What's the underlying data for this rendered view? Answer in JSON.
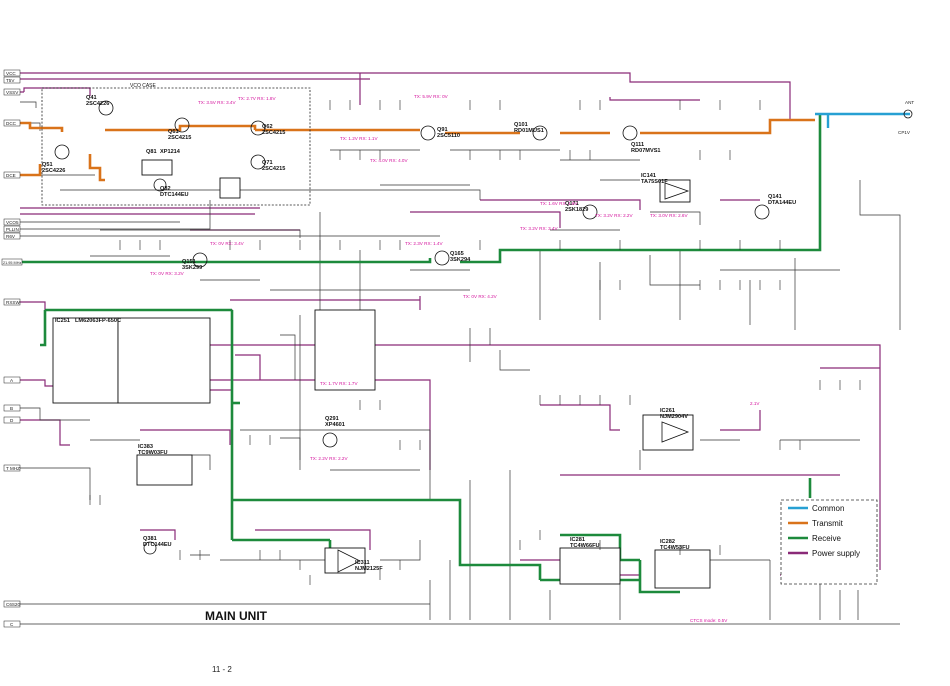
{
  "title": "MAIN UNIT",
  "page_number": "11 - 2",
  "vco_case_label": "VCO CASE",
  "left_ports": [
    "VCC",
    "T5V",
    "VSSV",
    "DCC",
    "DCE",
    "VCO5",
    "PLLIN",
    "R6V",
    "21.95 MHz",
    "RXSW",
    "A",
    "B",
    "D",
    "T MHZ",
    "C6S20",
    "C"
  ],
  "right_ports": [
    "ANT",
    "CP1V"
  ],
  "ics": [
    {
      "id": "IC141",
      "part": "TA75S01F"
    },
    {
      "id": "IC251",
      "part": "LM62063FP-650C"
    },
    {
      "id": "IC261",
      "part": "NJM2904V"
    },
    {
      "id": "IC281",
      "part": "TC4W66FU"
    },
    {
      "id": "IC282",
      "part": "TC4W53FU"
    },
    {
      "id": "IC311",
      "part": "NJM2125F"
    },
    {
      "id": "IC383",
      "part": "TC9W03FU"
    }
  ],
  "transistors": [
    {
      "id": "Q41",
      "part": "2SC4226"
    },
    {
      "id": "Q51",
      "part": "2SC4226"
    },
    {
      "id": "Q61",
      "part": "2SC4215"
    },
    {
      "id": "Q62",
      "part": "2SC4215"
    },
    {
      "id": "Q71",
      "part": "2SC4215"
    },
    {
      "id": "Q81",
      "part": "XP1214"
    },
    {
      "id": "Q82",
      "part": "DTC144EU"
    },
    {
      "id": "Q91",
      "part": "2SC5110"
    },
    {
      "id": "Q101",
      "part": "RD01MUS1"
    },
    {
      "id": "Q111",
      "part": "RD07MVS1"
    },
    {
      "id": "Q141",
      "part": "DTA144EU"
    },
    {
      "id": "Q151",
      "part": "3SK299"
    },
    {
      "id": "Q165",
      "part": "3SK294"
    },
    {
      "id": "Q171",
      "part": "2SK1829"
    },
    {
      "id": "Q291",
      "part": "XP4601"
    },
    {
      "id": "Q381",
      "part": "DTC144EU"
    }
  ],
  "test_points": [
    "TX: 3.5V RX: 3.4V",
    "TX: 2.7V RX: 1.8V",
    "TX: 1.2V RX: 1.1V",
    "TX: 5.9V RX: 0V",
    "TX: 4.0V RX: 4.0V",
    "TX: 1.6V RX: 1.6V",
    "TX: 3.2V RX: 2.2V",
    "TX: 3.0V RX: 2.6V",
    "TX: 0V RX: 3.4V",
    "TX: 2.3V RX: 1.4V",
    "TX: 0V RX: 3.2V",
    "TX: 0V RX: 4.2V",
    "TX: 1.7V RX: 1.7V",
    "TX: 2.2V RX: 2.2V",
    "TX: 3.2V RX: 3.4V",
    "2.1V",
    "CTCS mode: 0.5V"
  ],
  "legend": {
    "common": "Common",
    "transmit": "Transmit",
    "receive": "Receive",
    "power": "Power supply"
  },
  "colors": {
    "common": "#27a0d3",
    "transmit": "#d9731a",
    "receive": "#1d8a3c",
    "power": "#8a2a78",
    "annotation": "#d4119c"
  }
}
